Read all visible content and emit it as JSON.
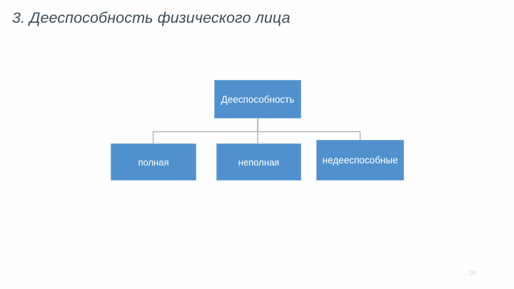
{
  "slide": {
    "title": "3. Дееспособность физического лица",
    "page_number": "10",
    "background_color": "#fefefe",
    "title_color": "#3c4b55"
  },
  "diagram": {
    "type": "org-chart",
    "node_fill_color": "#5091cd",
    "node_border_color": "#7fb0dd",
    "node_text_color": "#ffffff",
    "connector_color": "#b7b7b7",
    "root": {
      "label": "Дееспособность"
    },
    "children": [
      {
        "label": "полная"
      },
      {
        "label": "неполная"
      },
      {
        "label": "недееспособные"
      }
    ]
  }
}
